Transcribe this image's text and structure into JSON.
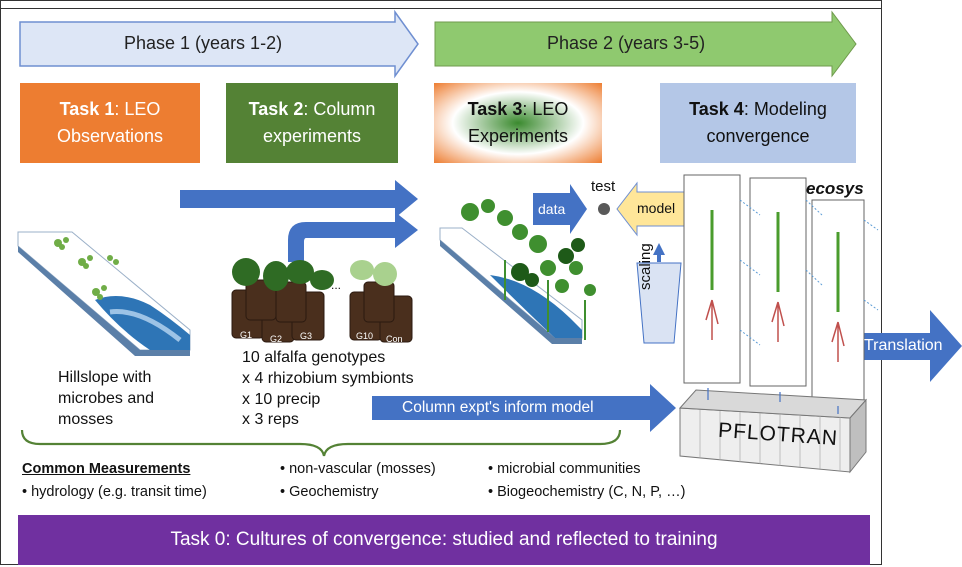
{
  "phases": [
    {
      "label": "Phase 1  (years 1-2)",
      "color": "#dde6f6"
    },
    {
      "label": "Phase 2  (years 3-5)",
      "color": "#8fc96f"
    }
  ],
  "tasks": [
    {
      "bold": "Task 1",
      "text_after": ":  LEO",
      "line2": "Observations",
      "color": "#ed7d31"
    },
    {
      "bold": "Task 2",
      "text_after": ": Column",
      "line2": "experiments",
      "color": "#548235"
    },
    {
      "bold": "Task 3",
      "text_after": ":  LEO",
      "line2": "Experiments",
      "color": "#ed7d31"
    },
    {
      "bold": "Task 4",
      "text_after": ":  Modeling",
      "line2": "convergence",
      "color": "#b4c7e7"
    }
  ],
  "flow": {
    "data_label": "data",
    "model_label": "model",
    "test_label": "test",
    "scaling_label": "scaling",
    "ecosys_label": "ecosys",
    "translation_label": "Translation",
    "column_inform_label": "Column expt's inform model",
    "pflotran_label": "PFLOTRAN"
  },
  "hillslope": {
    "lines": [
      "Hillslope with",
      "microbes and",
      "mosses"
    ]
  },
  "genotypes": {
    "columns": [
      "G1",
      "G2",
      "G3",
      "G10",
      "Con"
    ],
    "ellipsis": "...",
    "lines": [
      "10 alfalfa genotypes",
      "x 4 rhizobium symbionts",
      "x 10 precip",
      "x 3 reps"
    ]
  },
  "measurements": {
    "heading": "Common Measurements",
    "items": [
      "• hydrology (e.g. transit time)",
      "• non-vascular (mosses)",
      "• Geochemistry",
      "• microbial communities",
      "• Biogeochemistry  (C, N, P, …)"
    ]
  },
  "task0": {
    "label": "Task 0:  Cultures of convergence:  studied and reflected to training",
    "color": "#7030a0"
  },
  "colors": {
    "arrow_blue": "#4472c4",
    "outline_blue": "#6f8fd1",
    "light_blue": "#dae3f3",
    "yellow": "#ffe699",
    "brace_green": "#548235"
  }
}
